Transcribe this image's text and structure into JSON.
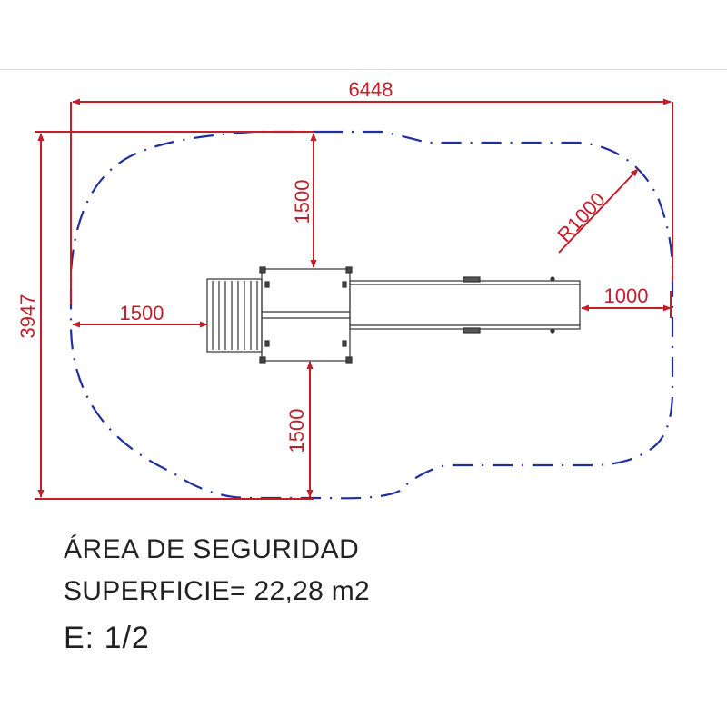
{
  "dimensions": {
    "overall_width": "6448",
    "overall_height": "3947",
    "top_clearance": "1500",
    "bottom_clearance": "1500",
    "left_clearance": "1500",
    "right_clearance": "1000",
    "corner_radius": "R1000"
  },
  "caption": {
    "title": "ÁREA DE SEGURIDAD",
    "surface": "SUPERFICIE= 22,28 m2",
    "scale": "E: 1/2"
  },
  "colors": {
    "dimension": "#c41e2a",
    "safety_outline": "#1f2f9e",
    "equipment": "#333333"
  }
}
